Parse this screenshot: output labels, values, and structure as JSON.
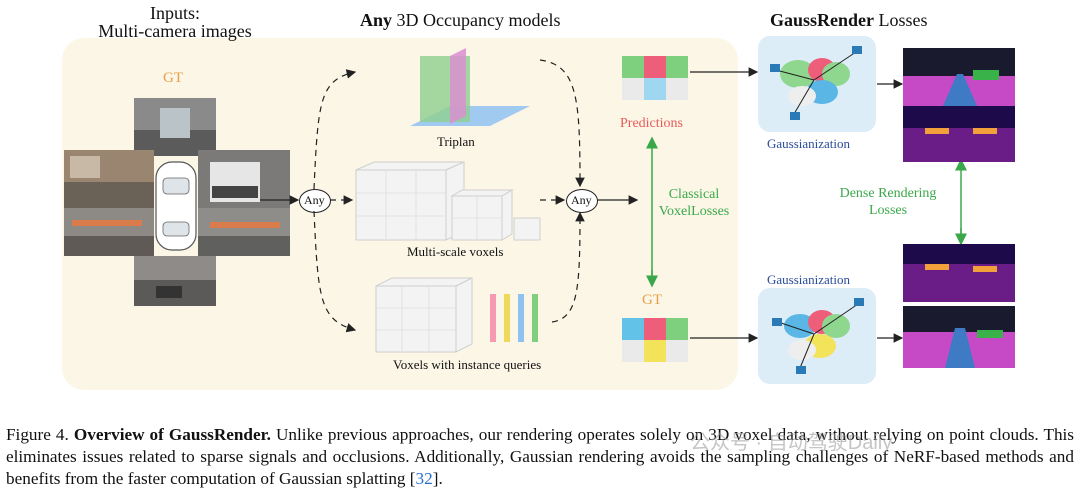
{
  "inputs": {
    "line1": "Inputs:",
    "line2": "Multi-camera images"
  },
  "gt_left": "GT",
  "center_title": {
    "bold": "Any",
    "rest": " 3D Occupancy models"
  },
  "right_title": {
    "bold": "GaussRender",
    "rest": " Losses"
  },
  "any_label": "Any",
  "any_label2": "Any",
  "triplan_label": "Triplan",
  "multiscale_label": "Multi-scale voxels",
  "instance_label": "Voxels with instance queries",
  "predictions_label": "Predictions",
  "classical_line1": "Classical",
  "classical_line2": "VoxelLosses",
  "gt_mid": "GT",
  "gaussianization_top": "Gaussianization",
  "gaussianization_bottom": "Gaussianization",
  "dense_line1": "Dense Rendering",
  "dense_line2": "Losses",
  "caption": {
    "prefix": "Figure 4. ",
    "bold": "Overview of GaussRender.",
    "body": " Unlike previous approaches, our rendering operates solely on 3D voxel data, without relying on point clouds. This eliminates issues related to sparse signals and occlusions. Additionally, Gaussian rendering avoids the sampling challenges of NeRF-based methods and benefits from the faster computation of Gaussian splatting [",
    "cite": "32",
    "suffix": "]."
  },
  "watermark": "公众号 · 自动驾驶Daily",
  "colors": {
    "panel": "#fbf6e6",
    "gauss_panel": "#dff0fa",
    "green": "#3aa84a",
    "pred": "#e85a5a",
    "gt": "#e8a04a",
    "blue": "#2a4a9a"
  }
}
